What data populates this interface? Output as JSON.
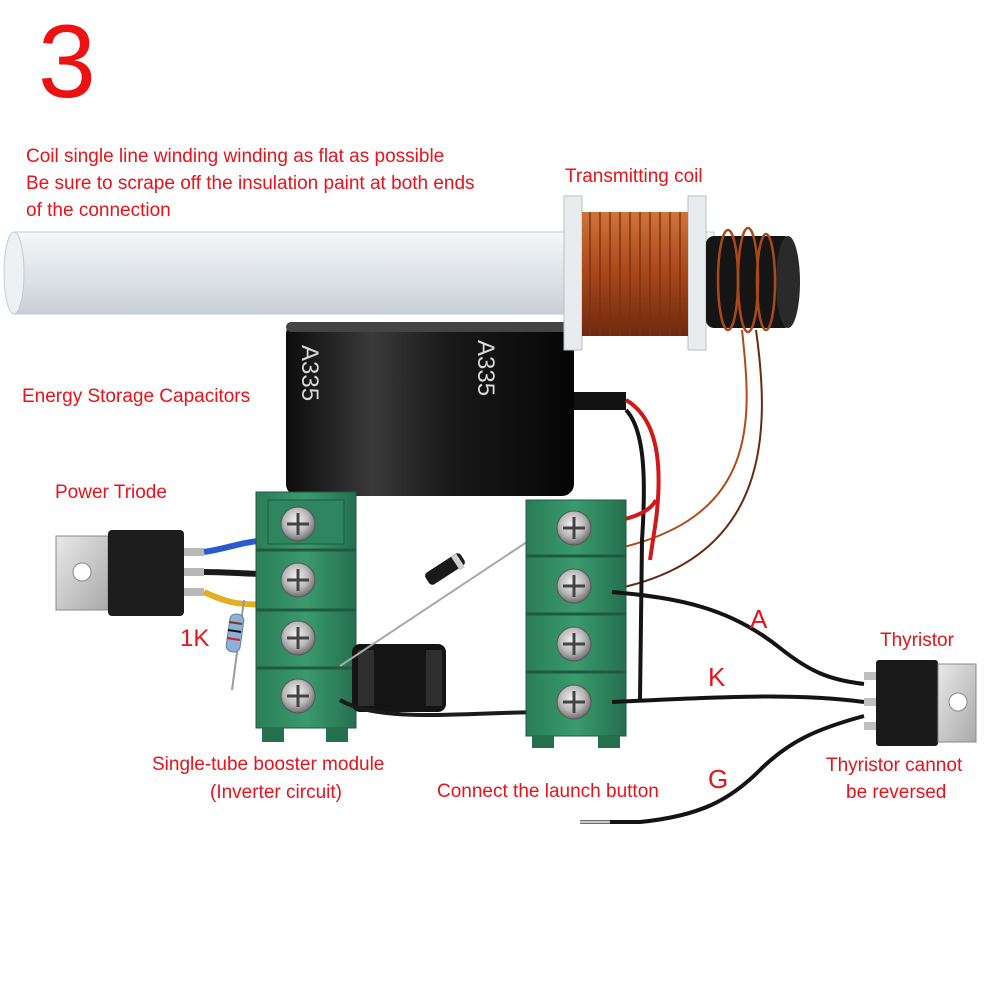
{
  "step_number": "3",
  "notes": {
    "line1": "Coil single line winding winding as flat as possible",
    "line2": "Be sure to scrape off the insulation paint at both ends",
    "line3": "of the connection"
  },
  "labels": {
    "transmitting_coil": "Transmitting coil",
    "energy_storage_capacitors": "Energy Storage Capacitors",
    "power_triode": "Power Triode",
    "resistor_1k": "1K",
    "booster_line1": "Single-tube booster module",
    "booster_line2": "(Inverter circuit)",
    "launch_button": "Connect the launch button",
    "thyristor": "Thyristor",
    "thyristor_note_line1": "Thyristor cannot",
    "thyristor_note_line2": "be reversed",
    "capacitor_marking": "A335"
  },
  "pins": {
    "anode": "A",
    "cathode": "K",
    "gate": "G"
  },
  "colors": {
    "label_red": "#e8121b",
    "terminal_green": "#2f8a63",
    "copper": "#b5521b",
    "capacitor_black": "#1c1c1c",
    "tube_white": "#e6eaee"
  }
}
